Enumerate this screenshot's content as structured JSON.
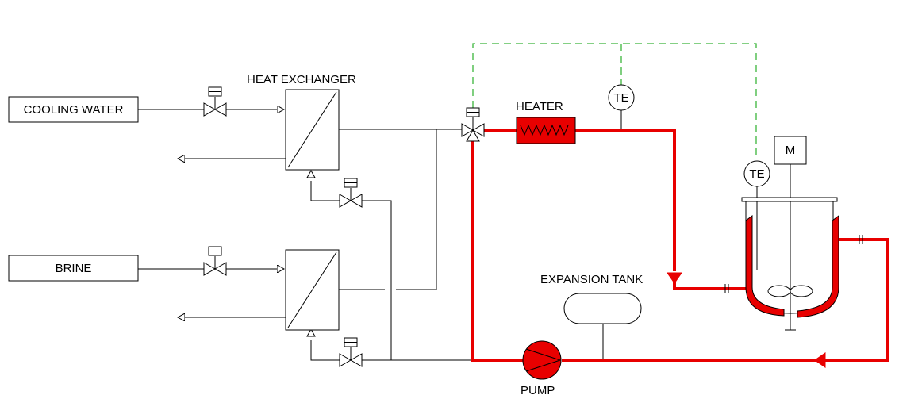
{
  "labels": {
    "cooling_water": "COOLING WATER",
    "brine": "BRINE",
    "heat_exchanger": "HEAT EXCHANGER",
    "heater": "HEATER",
    "expansion_tank": "EXPANSION TANK",
    "pump": "PUMP",
    "te_top": "TE",
    "te_reactor": "TE",
    "motor": "M"
  },
  "colors": {
    "hot_loop": "#e80000",
    "signal": "#3bb53b",
    "line": "#000000"
  }
}
